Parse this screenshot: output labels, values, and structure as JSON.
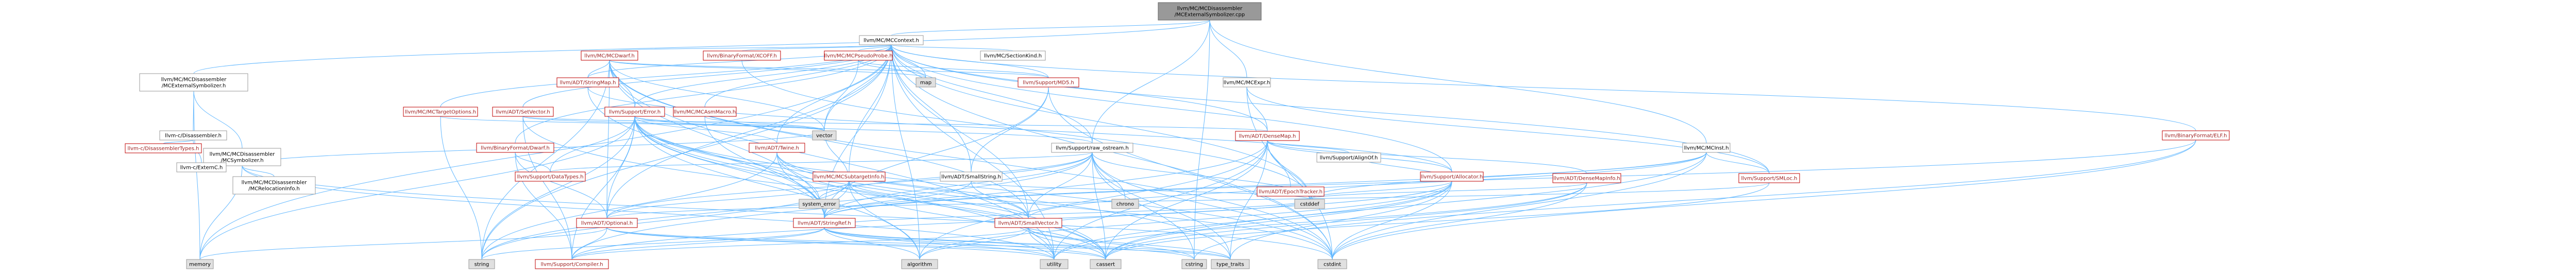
{
  "graph": {
    "nodes": [
      {
        "id": "root",
        "label": "llvm/MC/MCDisassembler\n/MCExternalSymbolizer.cpp",
        "kind": "root"
      },
      {
        "id": "ext_h",
        "label": "llvm/MC/MCDisassembler\n/MCExternalSymbolizer.h",
        "kind": "std"
      },
      {
        "id": "mccontext",
        "label": "llvm/MC/MCContext.h",
        "kind": "std"
      },
      {
        "id": "mcexpr",
        "label": "llvm/MC/MCExpr.h",
        "kind": "std"
      },
      {
        "id": "mcinst",
        "label": "llvm/MC/MCInst.h",
        "kind": "std"
      },
      {
        "id": "raw_ostream",
        "label": "llvm/Support/raw_ostream.h",
        "kind": "std"
      },
      {
        "id": "cstring",
        "label": "cstring",
        "kind": "gray"
      },
      {
        "id": "disassembler_h",
        "label": "llvm-c/Disassembler.h",
        "kind": "std"
      },
      {
        "id": "mcsymbolizer",
        "label": "llvm/MC/MCDisassembler\n/MCSymbolizer.h",
        "kind": "std"
      },
      {
        "id": "memory",
        "label": "memory",
        "kind": "gray"
      },
      {
        "id": "disasmtypes",
        "label": "llvm-c/DisassemblerTypes.h",
        "kind": "red"
      },
      {
        "id": "externc",
        "label": "llvm-c/ExternC.h",
        "kind": "std"
      },
      {
        "id": "mcreloc",
        "label": "llvm/MC/MCDisassembler\n/MCRelocationInfo.h",
        "kind": "std"
      },
      {
        "id": "binfmt_dwarf",
        "label": "llvm/BinaryFormat/Dwarf.h",
        "kind": "red"
      },
      {
        "id": "mcdwarf",
        "label": "llvm/MC/MCDwarf.h",
        "kind": "red"
      },
      {
        "id": "xcoff",
        "label": "llvm/BinaryFormat/XCOFF.h",
        "kind": "red"
      },
      {
        "id": "pseudoprobe",
        "label": "llvm/MC/MCPseudoProbe.h",
        "kind": "red"
      },
      {
        "id": "map",
        "label": "map",
        "kind": "gray"
      },
      {
        "id": "sectionkind",
        "label": "llvm/MC/SectionKind.h",
        "kind": "std"
      },
      {
        "id": "elf",
        "label": "llvm/BinaryFormat/ELF.h",
        "kind": "red"
      },
      {
        "id": "targetoptions",
        "label": "llvm/MC/MCTargetOptions.h",
        "kind": "red"
      },
      {
        "id": "setvector",
        "label": "llvm/ADT/SetVector.h",
        "kind": "red"
      },
      {
        "id": "stringmap",
        "label": "llvm/ADT/StringMap.h",
        "kind": "red"
      },
      {
        "id": "asmmacro",
        "label": "llvm/MC/MCAsmMacro.h",
        "kind": "red"
      },
      {
        "id": "support_md5",
        "label": "llvm/Support/MD5.h",
        "kind": "red"
      },
      {
        "id": "support_error",
        "label": "llvm/Support/Error.h",
        "kind": "red"
      },
      {
        "id": "densemap",
        "label": "llvm/ADT/DenseMap.h",
        "kind": "red"
      },
      {
        "id": "vector",
        "label": "vector",
        "kind": "gray"
      },
      {
        "id": "twine",
        "label": "llvm/ADT/Twine.h",
        "kind": "red"
      },
      {
        "id": "subtargetinfo",
        "label": "llvm/MC/MCSubtargetInfo.h",
        "kind": "red"
      },
      {
        "id": "smallstring",
        "label": "llvm/ADT/SmallString.h",
        "kind": "std"
      },
      {
        "id": "epochtracker",
        "label": "llvm/ADT/EpochTracker.h",
        "kind": "red"
      },
      {
        "id": "alignof",
        "label": "llvm/Support/AlignOf.h",
        "kind": "std"
      },
      {
        "id": "allocator",
        "label": "llvm/Support/Allocator.h",
        "kind": "red"
      },
      {
        "id": "densemapinfo",
        "label": "llvm/ADT/DenseMapInfo.h",
        "kind": "red"
      },
      {
        "id": "smloc",
        "label": "llvm/Support/SMLoc.h",
        "kind": "red"
      },
      {
        "id": "datatypes",
        "label": "llvm/Support/DataTypes.h",
        "kind": "red"
      },
      {
        "id": "optional",
        "label": "llvm/ADT/Optional.h",
        "kind": "red"
      },
      {
        "id": "system_error",
        "label": "system_error",
        "kind": "gray"
      },
      {
        "id": "stringref",
        "label": "llvm/ADT/StringRef.h",
        "kind": "red"
      },
      {
        "id": "smallvector",
        "label": "llvm/ADT/SmallVector.h",
        "kind": "red"
      },
      {
        "id": "chrono",
        "label": "chrono",
        "kind": "gray"
      },
      {
        "id": "cstddef",
        "label": "cstddef",
        "kind": "gray"
      },
      {
        "id": "string",
        "label": "string",
        "kind": "gray"
      },
      {
        "id": "compiler",
        "label": "llvm/Support/Compiler.h",
        "kind": "red"
      },
      {
        "id": "algorithm",
        "label": "algorithm",
        "kind": "gray"
      },
      {
        "id": "utility",
        "label": "utility",
        "kind": "gray"
      },
      {
        "id": "cassert",
        "label": "cassert",
        "kind": "gray"
      },
      {
        "id": "type_traits",
        "label": "type_traits",
        "kind": "gray"
      },
      {
        "id": "cstdint",
        "label": "cstdint",
        "kind": "gray"
      }
    ],
    "edges": [
      [
        "root",
        "ext_h"
      ],
      [
        "root",
        "mccontext"
      ],
      [
        "root",
        "mcexpr"
      ],
      [
        "root",
        "mcinst"
      ],
      [
        "root",
        "raw_ostream"
      ],
      [
        "root",
        "cstring"
      ],
      [
        "ext_h",
        "disassembler_h"
      ],
      [
        "ext_h",
        "mcsymbolizer"
      ],
      [
        "ext_h",
        "memory"
      ],
      [
        "disassembler_h",
        "disasmtypes"
      ],
      [
        "disassembler_h",
        "externc"
      ],
      [
        "mcsymbolizer",
        "mcreloc"
      ],
      [
        "mcsymbolizer",
        "memory"
      ],
      [
        "mcsymbolizer",
        "cstdint"
      ],
      [
        "mcsymbolizer",
        "utility"
      ],
      [
        "mcsymbolizer",
        "vector"
      ],
      [
        "mccontext",
        "binfmt_dwarf"
      ],
      [
        "mccontext",
        "mcdwarf"
      ],
      [
        "mccontext",
        "xcoff"
      ],
      [
        "mccontext",
        "pseudoprobe"
      ],
      [
        "mccontext",
        "map"
      ],
      [
        "mccontext",
        "sectionkind"
      ],
      [
        "mccontext",
        "elf"
      ],
      [
        "mccontext",
        "targetoptions"
      ],
      [
        "mccontext",
        "setvector"
      ],
      [
        "mccontext",
        "stringmap"
      ],
      [
        "mccontext",
        "asmmacro"
      ],
      [
        "mccontext",
        "support_md5"
      ],
      [
        "mccontext",
        "support_error"
      ],
      [
        "mccontext",
        "densemap"
      ],
      [
        "mccontext",
        "twine"
      ],
      [
        "mccontext",
        "subtargetinfo"
      ],
      [
        "mccontext",
        "smallstring"
      ],
      [
        "mccontext",
        "allocator"
      ],
      [
        "mccontext",
        "smloc"
      ],
      [
        "mccontext",
        "optional"
      ],
      [
        "mccontext",
        "stringref"
      ],
      [
        "mccontext",
        "smallvector"
      ],
      [
        "mccontext",
        "raw_ostream"
      ],
      [
        "mccontext",
        "vector"
      ],
      [
        "mccontext",
        "string"
      ],
      [
        "mccontext",
        "memory"
      ],
      [
        "mccontext",
        "utility"
      ],
      [
        "mccontext",
        "cstddef"
      ],
      [
        "mccontext",
        "cstdint"
      ],
      [
        "mccontext",
        "algorithm"
      ],
      [
        "mcdwarf",
        "stringmap"
      ],
      [
        "mcdwarf",
        "support_md5"
      ],
      [
        "mcdwarf",
        "support_error"
      ],
      [
        "mcdwarf",
        "stringref"
      ],
      [
        "mcdwarf",
        "optional"
      ],
      [
        "mcdwarf",
        "smallvector"
      ],
      [
        "mcdwarf",
        "vector"
      ],
      [
        "mcdwarf",
        "string"
      ],
      [
        "mcdwarf",
        "cstdint"
      ],
      [
        "mcdwarf",
        "utility"
      ],
      [
        "mcdwarf",
        "map"
      ],
      [
        "pseudoprobe",
        "support_md5"
      ],
      [
        "pseudoprobe",
        "map"
      ],
      [
        "pseudoprobe",
        "vector"
      ],
      [
        "setvector",
        "vector"
      ],
      [
        "setvector",
        "densemap"
      ],
      [
        "setvector",
        "compiler"
      ],
      [
        "setvector",
        "cassert"
      ],
      [
        "support_error",
        "twine"
      ],
      [
        "support_error",
        "datatypes"
      ],
      [
        "support_error",
        "system_error"
      ],
      [
        "support_error",
        "optional"
      ],
      [
        "support_error",
        "stringref"
      ],
      [
        "support_error",
        "compiler"
      ],
      [
        "support_error",
        "raw_ostream"
      ],
      [
        "support_error",
        "vector"
      ],
      [
        "support_error",
        "string"
      ],
      [
        "support_error",
        "cassert"
      ],
      [
        "support_error",
        "cstdint"
      ],
      [
        "support_error",
        "algorithm"
      ],
      [
        "support_error",
        "memory"
      ],
      [
        "support_error",
        "utility"
      ],
      [
        "support_error",
        "type_traits"
      ],
      [
        "densemap",
        "epochtracker"
      ],
      [
        "densemap",
        "alignof"
      ],
      [
        "densemap",
        "allocator"
      ],
      [
        "densemap",
        "densemapinfo"
      ],
      [
        "densemap",
        "compiler"
      ],
      [
        "densemap",
        "algorithm"
      ],
      [
        "densemap",
        "cassert"
      ],
      [
        "densemap",
        "cstddef"
      ],
      [
        "densemap",
        "utility"
      ],
      [
        "densemap",
        "type_traits"
      ],
      [
        "twine",
        "smallvector"
      ],
      [
        "twine",
        "stringref"
      ],
      [
        "twine",
        "cassert"
      ],
      [
        "twine",
        "cstdint"
      ],
      [
        "twine",
        "string"
      ],
      [
        "subtargetinfo",
        "stringref"
      ],
      [
        "subtargetinfo",
        "smallvector"
      ],
      [
        "subtargetinfo",
        "optional"
      ],
      [
        "subtargetinfo",
        "string"
      ],
      [
        "subtargetinfo",
        "vector"
      ],
      [
        "subtargetinfo",
        "algorithm"
      ],
      [
        "subtargetinfo",
        "cassert"
      ],
      [
        "smallstring",
        "smallvector"
      ],
      [
        "smallstring",
        "stringref"
      ],
      [
        "smallstring",
        "cstddef"
      ],
      [
        "raw_ostream",
        "stringref"
      ],
      [
        "raw_ostream",
        "smallvector"
      ],
      [
        "raw_ostream",
        "optional"
      ],
      [
        "raw_ostream",
        "datatypes"
      ],
      [
        "raw_ostream",
        "chrono"
      ],
      [
        "raw_ostream",
        "cassert"
      ],
      [
        "raw_ostream",
        "cstddef"
      ],
      [
        "raw_ostream",
        "cstdint"
      ],
      [
        "raw_ostream",
        "cstring"
      ],
      [
        "raw_ostream",
        "string"
      ],
      [
        "raw_ostream",
        "system_error"
      ],
      [
        "raw_ostream",
        "type_traits"
      ],
      [
        "allocator",
        "alignof"
      ],
      [
        "allocator",
        "compiler"
      ],
      [
        "allocator",
        "cstddef"
      ],
      [
        "allocator",
        "cassert"
      ],
      [
        "allocator",
        "algorithm"
      ],
      [
        "allocator",
        "cstdint"
      ],
      [
        "allocator",
        "utility"
      ],
      [
        "allocator",
        "type_traits"
      ],
      [
        "densemapinfo",
        "cassert"
      ],
      [
        "densemapinfo",
        "cstddef"
      ],
      [
        "densemapinfo",
        "cstdint"
      ],
      [
        "densemapinfo",
        "utility"
      ],
      [
        "smloc",
        "optional"
      ],
      [
        "smloc",
        "cassert"
      ],
      [
        "optional",
        "compiler"
      ],
      [
        "optional",
        "cassert"
      ],
      [
        "optional",
        "memory"
      ],
      [
        "optional",
        "utility"
      ],
      [
        "optional",
        "type_traits"
      ],
      [
        "stringref",
        "compiler"
      ],
      [
        "stringref",
        "algorithm"
      ],
      [
        "stringref",
        "cassert"
      ],
      [
        "stringref",
        "cstddef"
      ],
      [
        "stringref",
        "cstring"
      ],
      [
        "stringref",
        "string"
      ],
      [
        "stringref",
        "type_traits"
      ],
      [
        "stringref",
        "utility"
      ],
      [
        "smallvector",
        "compiler"
      ],
      [
        "smallvector",
        "algorithm"
      ],
      [
        "smallvector",
        "cassert"
      ],
      [
        "smallvector",
        "cstddef"
      ],
      [
        "smallvector",
        "cstdlib"
      ],
      [
        "smallvector",
        "cstring"
      ],
      [
        "smallvector",
        "utility"
      ],
      [
        "smallvector",
        "type_traits"
      ],
      [
        "mcexpr",
        "densemap"
      ],
      [
        "mcexpr",
        "smloc"
      ],
      [
        "mcexpr",
        "cstdint"
      ],
      [
        "mcinst",
        "stringref"
      ],
      [
        "mcinst",
        "smallvector"
      ],
      [
        "mcinst",
        "smloc"
      ],
      [
        "mcinst",
        "cassert"
      ],
      [
        "mcinst",
        "cstddef"
      ],
      [
        "mcinst",
        "cstdint"
      ],
      [
        "elf",
        "stringref"
      ],
      [
        "elf",
        "cstdint"
      ],
      [
        "elf",
        "cstring"
      ],
      [
        "binfmt_dwarf",
        "datatypes"
      ],
      [
        "binfmt_dwarf",
        "optional"
      ],
      [
        "binfmt_dwarf",
        "compiler"
      ],
      [
        "targetoptions",
        "string"
      ],
      [
        "targetoptions",
        "vector"
      ],
      [
        "asmmacro",
        "stringref"
      ],
      [
        "asmmacro",
        "vector"
      ],
      [
        "support_md5",
        "stringref"
      ],
      [
        "support_md5",
        "smallstring"
      ],
      [
        "support_md5",
        "cstdint"
      ],
      [
        "stringmap",
        "stringref"
      ],
      [
        "stringmap",
        "allocator"
      ],
      [
        "xcoff",
        "cstddef"
      ]
    ]
  }
}
